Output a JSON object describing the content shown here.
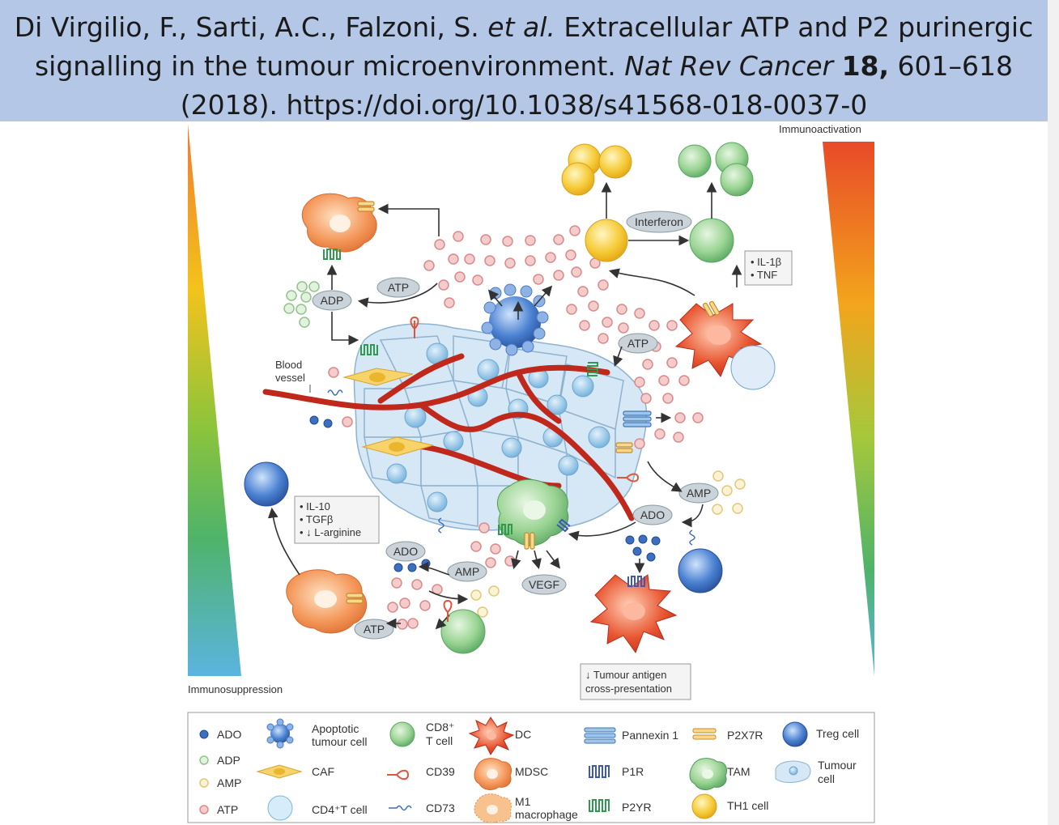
{
  "citation": {
    "authors": "Di Virgilio, F., Sarti, A.C., Falzoni, S.",
    "et_al": "et al.",
    "title": "Extracellular ATP and P2 purinergic",
    "title_cont": "signalling in the tumour microenvironment.",
    "journal": "Nat Rev Cancer",
    "volume": "18,",
    "pages": "601–618",
    "year": "(2018).",
    "doi": "https://doi.org/10.1038/s41568-018-0037-0"
  },
  "figure": {
    "gradient_top_label": "Immunoactivation",
    "gradient_bottom_label": "Immunosuppression",
    "labels": {
      "blood_vessel_1": "Blood",
      "blood_vessel_2": "vessel",
      "atp_top": "ATP",
      "adp": "ADP",
      "interferon": "Interferon",
      "atp_right": "ATP",
      "amp_right": "AMP",
      "ado_right": "ADO",
      "ado_bottom": "ADO",
      "amp_bottom": "AMP",
      "vegf": "VEGF",
      "atp_bottom": "ATP"
    },
    "cytokines_right": [
      "• IL-1β",
      "• TNF"
    ],
    "cytokines_left": [
      "• IL-10",
      "• TGFβ",
      "• ↓ L-arginine"
    ],
    "antigen_box": [
      "↓ Tumour antigen",
      "cross-presentation"
    ]
  },
  "legend": {
    "col1": [
      "ADO",
      "ADP",
      "AMP",
      "ATP"
    ],
    "apoptotic_1": "Apoptotic",
    "apoptotic_2": "tumour cell",
    "caf": "CAF",
    "cd4": "CD4⁺T cell",
    "cd8_1": "CD8⁺",
    "cd8_2": "T cell",
    "cd39": "CD39",
    "cd73": "CD73",
    "dc": "DC",
    "mdsc": "MDSC",
    "m1_1": "M1",
    "m1_2": "macrophage",
    "pannexin": "Pannexin 1",
    "p1r": "P1R",
    "p2yr": "P2YR",
    "p2x7r": "P2X7R",
    "tam": "TAM",
    "th1": "TH1 cell",
    "treg": "Treg cell",
    "tumour_1": "Tumour",
    "tumour_2": "cell"
  },
  "colors": {
    "banner": "#b4c7e7",
    "vessel": "#c0281c",
    "atp": "#e9a7a7",
    "amp": "#f4e4ad",
    "adp": "#a5d3a0",
    "ado": "#3d6fbf",
    "tumour": "#cfe4f2",
    "th1": "#f3c437",
    "cd8": "#8ccb8c"
  }
}
